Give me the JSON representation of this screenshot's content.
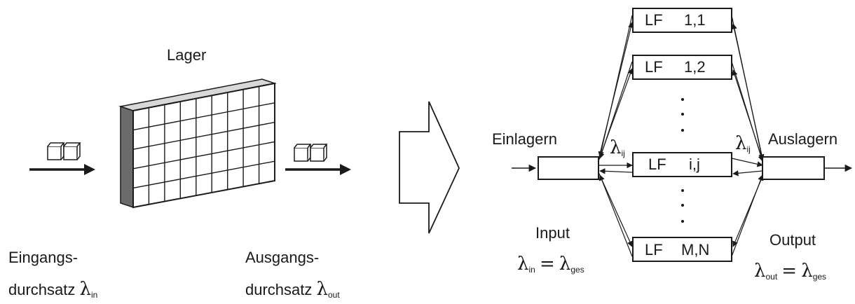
{
  "left": {
    "lager_label": "Lager",
    "eingangs_line1": "Eingangs-",
    "eingangs_line2": "durchsatz",
    "eingangs_symbol": "λ",
    "eingangs_sub": "in",
    "ausgangs_line1": "Ausgangs-",
    "ausgangs_line2": "durchsatz",
    "ausgangs_symbol": "λ",
    "ausgangs_sub": "out"
  },
  "right": {
    "einlagern": "Einlagern",
    "auslagern": "Auslagern",
    "lambda_ij_left": "λ",
    "lambda_ij_left_sub": "ij",
    "lambda_ij_right": "λ",
    "lambda_ij_right_sub": "ij",
    "boxes": [
      {
        "a": "LF",
        "b": "1,1"
      },
      {
        "a": "LF",
        "b": "1,2"
      },
      {
        "a": "LF",
        "b": "i,j"
      },
      {
        "a": "LF",
        "b": "M,N"
      }
    ],
    "input_label": "Input",
    "input_eq": {
      "lhs": "λ",
      "lhs_sub": "in",
      "eq": "=",
      "rhs": "λ",
      "rhs_sub": "ges"
    },
    "output_label": "Output",
    "output_eq": {
      "lhs": "λ",
      "lhs_sub": "out",
      "eq": "=",
      "rhs": "λ",
      "rhs_sub": "ges"
    }
  }
}
